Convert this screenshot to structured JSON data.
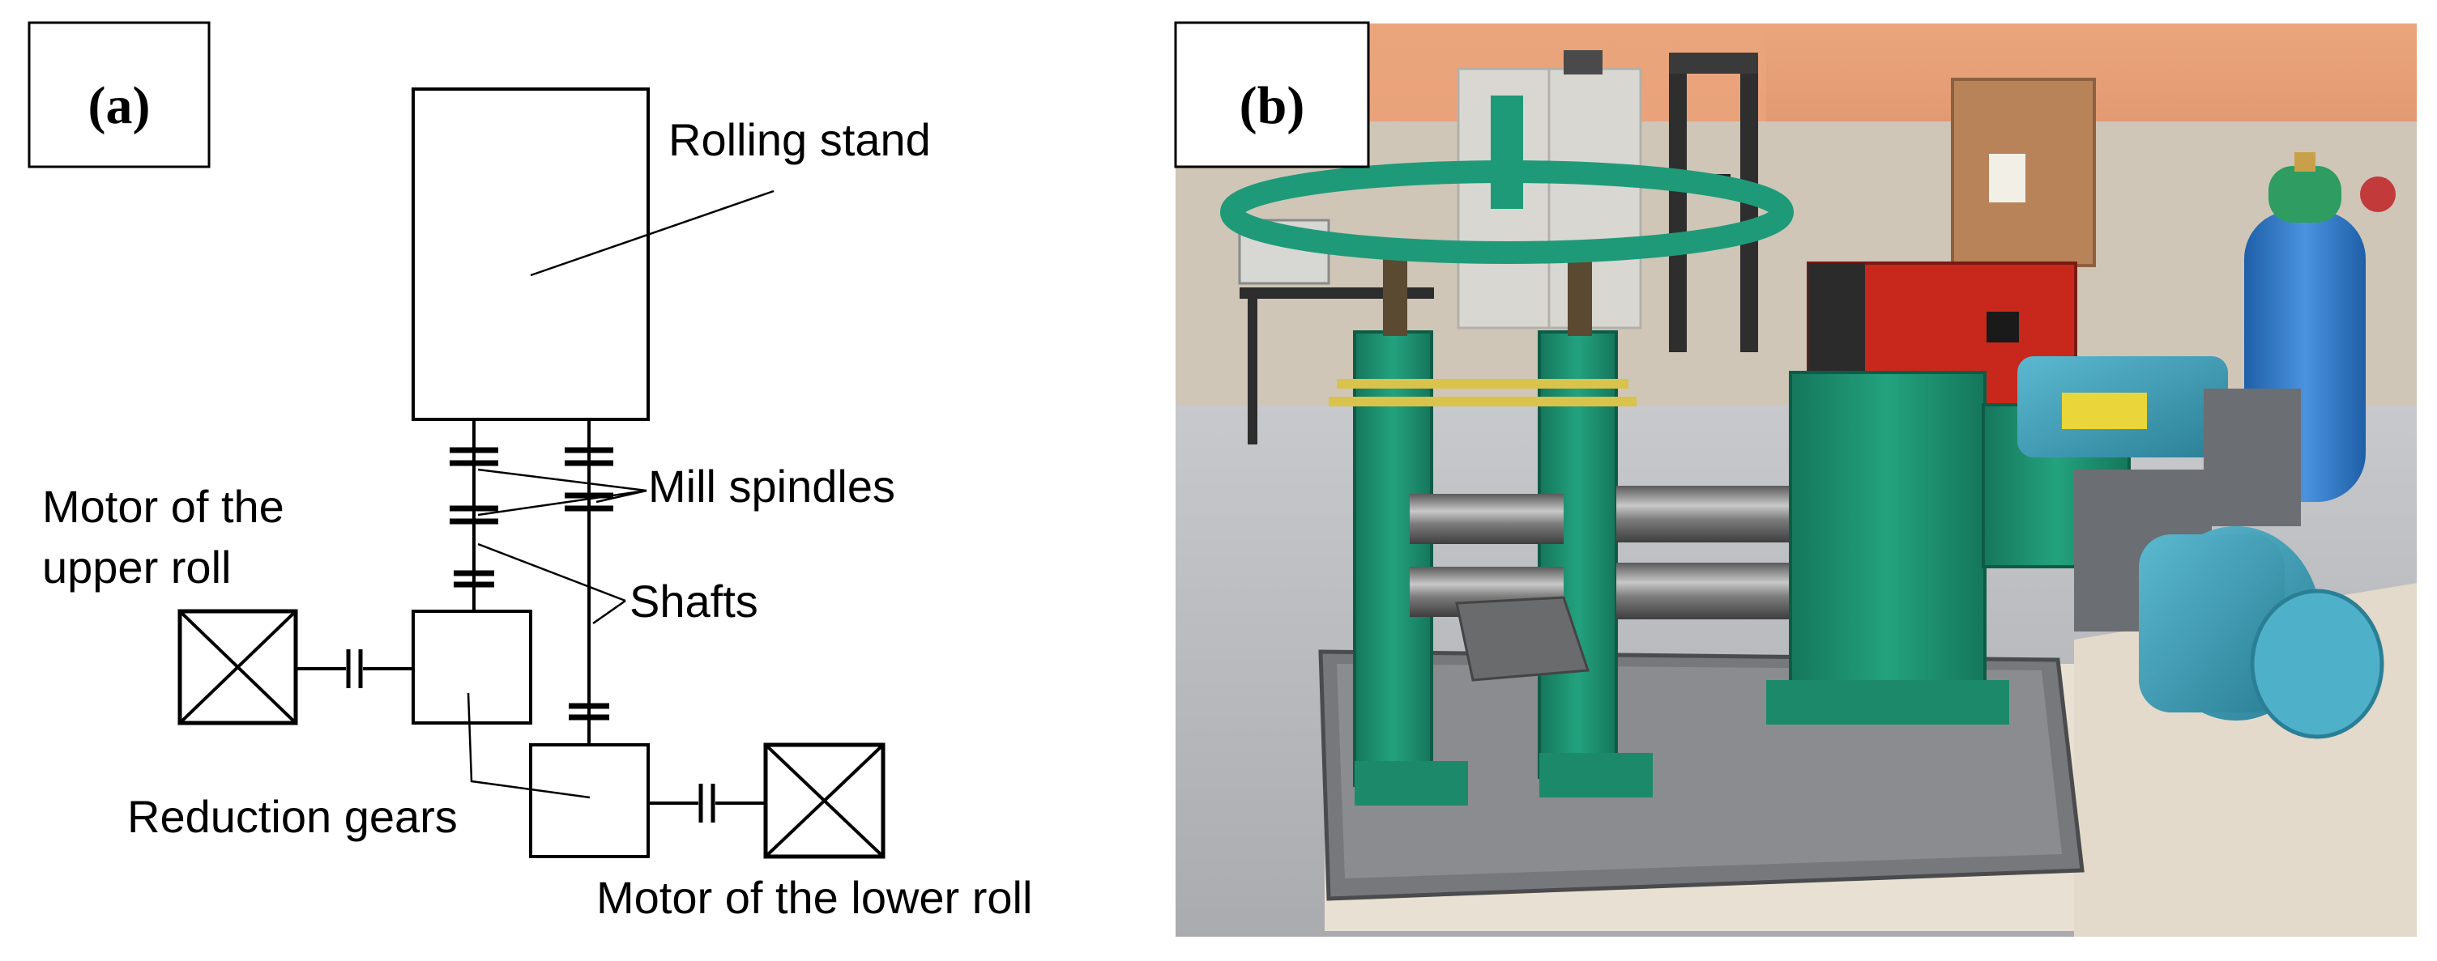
{
  "panel_a": {
    "label": "(a)",
    "annotations": {
      "rolling_stand": "Rolling stand",
      "mill_spindles": "Mill spindles",
      "shafts": "Shafts",
      "motor_upper_line1": "Motor of the",
      "motor_upper_line2": "upper roll",
      "reduction_gears": "Reduction gears",
      "motor_lower": "Motor of the lower roll"
    }
  },
  "panel_b": {
    "label": "(b)"
  },
  "colors": {
    "stroke": "#000000",
    "wall_upper": "#e8a27a",
    "wall_lower": "#c9c2b6",
    "floor": "#bfc1c4",
    "machine_green": "#1f9a78",
    "machine_green_dark": "#15765b",
    "steel": "#8d8d8d",
    "motor_blue": "#3e9fb8",
    "oven_red": "#c8281c",
    "cylinder_blue": "#2f79c8",
    "table_top": "#7a7b7e",
    "pedestal": "#e9e1d4"
  }
}
